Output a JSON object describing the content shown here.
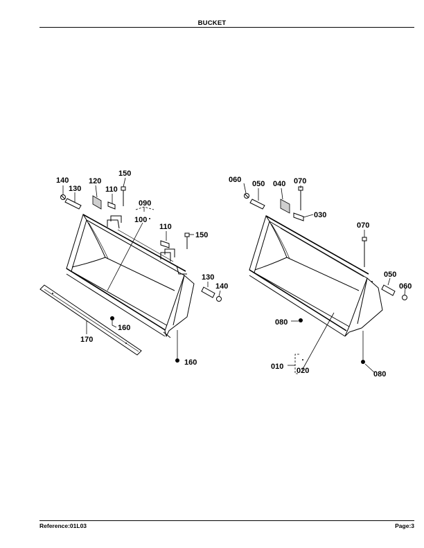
{
  "header": {
    "title": "BUCKET"
  },
  "footer": {
    "reference": "Reference:01L03",
    "page": "Page:3"
  },
  "diagram": {
    "left_bucket_callouts": [
      "140",
      "130",
      "120",
      "150",
      "110",
      "090",
      "100",
      "110",
      "150",
      "130",
      "140",
      "160",
      "170",
      "160"
    ],
    "right_bucket_callouts": [
      "060",
      "050",
      "040",
      "070",
      "030",
      "070",
      "050",
      "060",
      "080",
      "010",
      "020",
      "080"
    ]
  }
}
